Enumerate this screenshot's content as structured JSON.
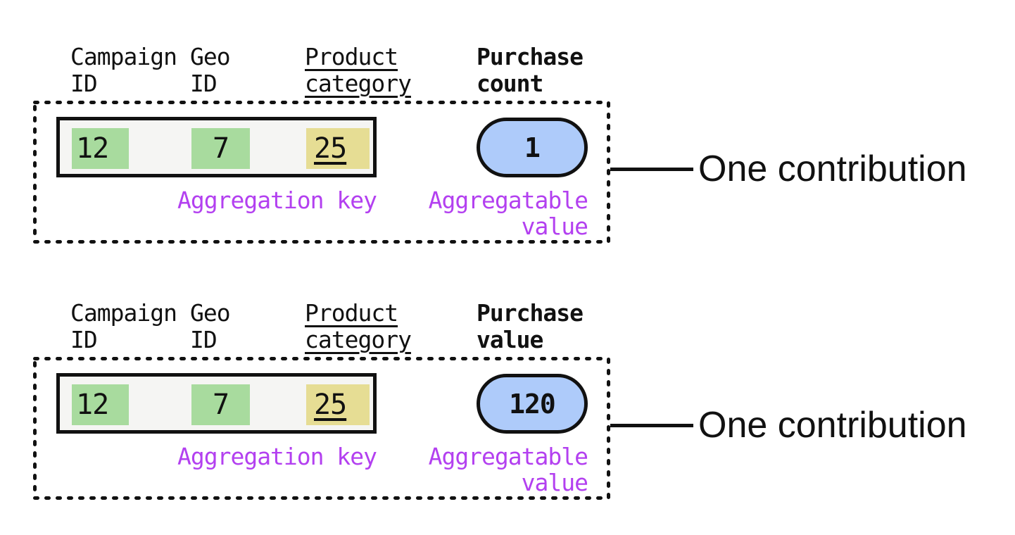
{
  "colors": {
    "key_highlight_green": "#a8db9e",
    "category_highlight_yellow": "#e6dd94",
    "value_pill_blue": "#aecbfa",
    "annotation_purple": "#b340f0",
    "ink_black": "#111111"
  },
  "contributions": [
    {
      "headers": {
        "campaign": "Campaign\nID",
        "geo": "Geo\nID",
        "product": "Product\ncategory",
        "measure": "Purchase\ncount"
      },
      "record": {
        "campaign_id": "12",
        "geo_id": "7",
        "product_category": "25",
        "aggregatable_value": "1"
      },
      "labels": {
        "aggregation_key": "Aggregation key",
        "aggregatable_value": "Aggregatable\nvalue"
      },
      "caption": "One contribution"
    },
    {
      "headers": {
        "campaign": "Campaign\nID",
        "geo": "Geo\nID",
        "product": "Product\ncategory",
        "measure": "Purchase\nvalue"
      },
      "record": {
        "campaign_id": "12",
        "geo_id": "7",
        "product_category": "25",
        "aggregatable_value": "120"
      },
      "labels": {
        "aggregation_key": "Aggregation key",
        "aggregatable_value": "Aggregatable\nvalue"
      },
      "caption": "One contribution"
    }
  ]
}
